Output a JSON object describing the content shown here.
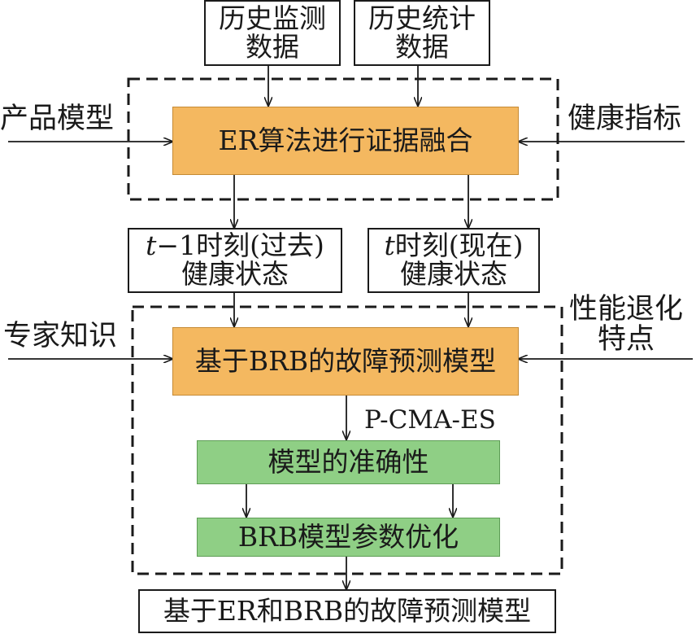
{
  "inputs": {
    "hist_monitor": [
      "历史监测",
      "数据"
    ],
    "hist_stats": [
      "历史统计",
      "数据"
    ],
    "product_model": "产品模型",
    "health_index": "健康指标",
    "expert_knowledge": "专家知识",
    "degradation": [
      "性能退化",
      "特点"
    ]
  },
  "er_fusion": "ER算法进行证据融合",
  "state_past": {
    "var": "t",
    "line1_rest": "−1时刻(过去)",
    "line2": "健康状态"
  },
  "state_now": {
    "var": "t",
    "line1_rest": "时刻(现在)",
    "line2": "健康状态"
  },
  "brb_model": "基于BRB的故障预测模型",
  "optimizer_label": "P-CMA-ES",
  "accuracy": "模型的准确性",
  "param_opt": "BRB模型参数优化",
  "final_model": "基于ER和BRB的故障预测模型"
}
